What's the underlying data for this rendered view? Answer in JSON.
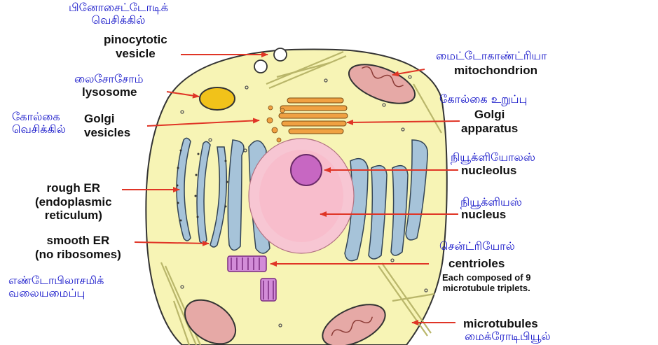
{
  "labels": {
    "pinocytotic": {
      "en": "pinocytotic\nvesicle",
      "ta": "பினோசைட்டோடிக்\nவெசிக்கில்"
    },
    "lysosome": {
      "en": "lysosome",
      "ta": "லைசோசோம்"
    },
    "golgi_vesicles": {
      "en": "Golgi\nvesicles",
      "ta": "கோல்கை\nவெசிக்கில்"
    },
    "rough_er": {
      "en": "rough ER\n(endoplasmic\nreticulum)"
    },
    "smooth_er": {
      "en": "smooth ER\n(no ribosomes)"
    },
    "er_tamil": {
      "ta": "எண்டோபிலாசமிக்\nவலையமைப்பு"
    },
    "mitochondrion": {
      "en": "mitochondrion",
      "ta": "மைட்டோகாண்ட்ரியா"
    },
    "golgi_apparatus": {
      "en": "Golgi\napparatus",
      "ta": "கோல்கை உறுப்பு"
    },
    "nucleolus": {
      "en": "nucleolus",
      "ta": "நியூக்ளியோலஸ்"
    },
    "nucleus": {
      "en": "nucleus",
      "ta": "நியூக்ளியஸ்"
    },
    "centrioles": {
      "en": "centrioles",
      "ta": "சென்ட்ரியோல்",
      "note": "Each composed of 9\nmicrotubule triplets."
    },
    "microtubules": {
      "en": "microtubules",
      "ta": "மைக்ரோடிபியூல்"
    }
  },
  "colors": {
    "cytoplasm": "#f7f4b5",
    "nucleus": "#f7c6d3",
    "nucleolus": "#c767c2",
    "er": "#a6c3d9",
    "golgi": "#f0a142",
    "lysosome": "#f1c21a",
    "mitochondrion": "#e6a9a6",
    "arrow": "#e03526",
    "microtubule": "#c5c275",
    "centriole": "#d28cd8",
    "tamil_text": "#1010c8"
  }
}
